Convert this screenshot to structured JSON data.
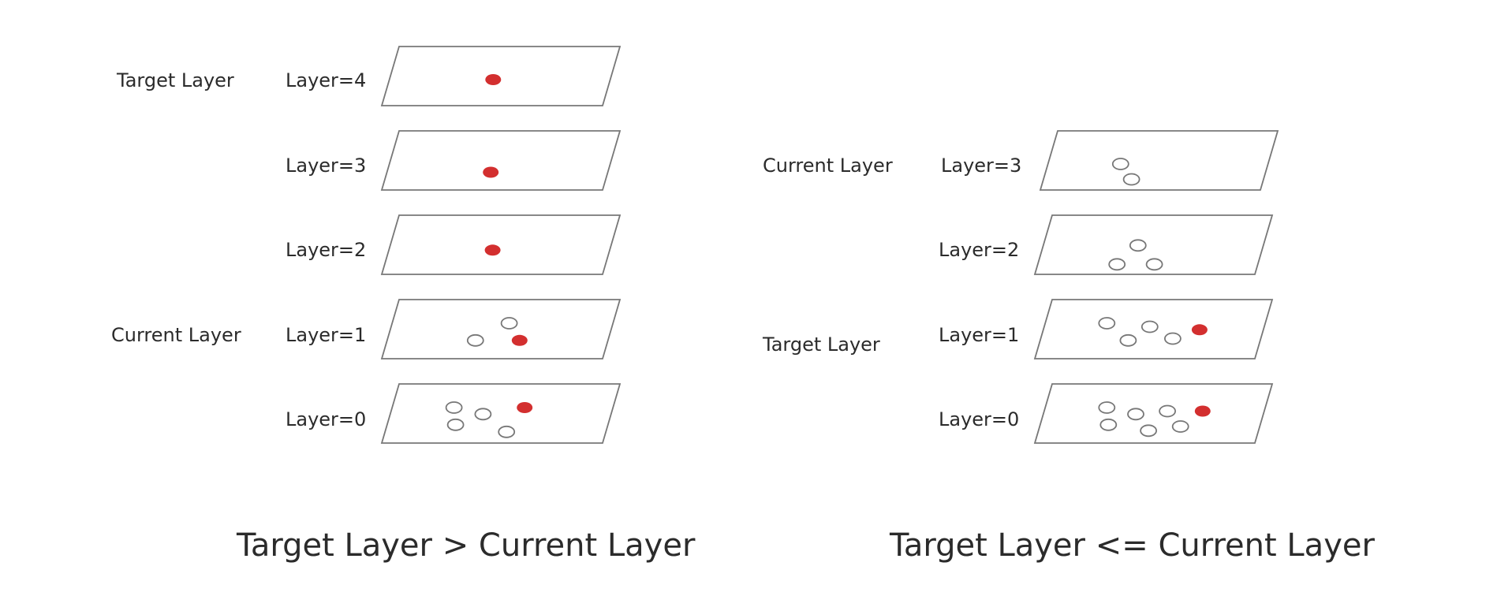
{
  "colors": {
    "highlight": "#d32f2f",
    "outline": "#777777",
    "text": "#2b2b2b"
  },
  "panels": [
    {
      "caption": "Target Layer > Current Layer",
      "roles": [
        {
          "text": "Target Layer",
          "layer": "4"
        },
        {
          "text": "Current Layer",
          "layer": "1"
        }
      ],
      "layers": [
        {
          "label": "Layer=4",
          "nodes": [
            {
              "u": 0.47,
              "v": 0.56,
              "filled": true
            }
          ]
        },
        {
          "label": "Layer=3",
          "nodes": [
            {
              "u": 0.47,
              "v": 0.7,
              "filled": true
            }
          ]
        },
        {
          "label": "Layer=2",
          "nodes": [
            {
              "u": 0.47,
              "v": 0.59,
              "filled": true
            }
          ]
        },
        {
          "label": "Layer=1",
          "nodes": [
            {
              "u": 0.53,
              "v": 0.4,
              "filled": false
            },
            {
              "u": 0.4,
              "v": 0.69,
              "filled": false
            },
            {
              "u": 0.6,
              "v": 0.69,
              "filled": true
            }
          ]
        },
        {
          "label": "Layer=0",
          "nodes": [
            {
              "u": 0.28,
              "v": 0.4,
              "filled": false
            },
            {
              "u": 0.42,
              "v": 0.51,
              "filled": false
            },
            {
              "u": 0.31,
              "v": 0.69,
              "filled": false
            },
            {
              "u": 0.6,
              "v": 0.4,
              "filled": true
            },
            {
              "u": 0.55,
              "v": 0.81,
              "filled": false
            }
          ]
        }
      ]
    },
    {
      "caption": "Target Layer <= Current Layer",
      "roles": [
        {
          "text": "Current Layer",
          "layer": "3"
        },
        {
          "text": "Target Layer",
          "layer": "1"
        }
      ],
      "layers": [
        {
          "label": "Layer=3",
          "nodes": [
            {
              "u": 0.33,
              "v": 0.56,
              "filled": false
            },
            {
              "u": 0.4,
              "v": 0.82,
              "filled": false
            }
          ]
        },
        {
          "label": "Layer=2",
          "nodes": [
            {
              "u": 0.43,
              "v": 0.51,
              "filled": false
            },
            {
              "u": 0.36,
              "v": 0.83,
              "filled": false
            },
            {
              "u": 0.53,
              "v": 0.83,
              "filled": false
            }
          ]
        },
        {
          "label": "Layer=1",
          "nodes": [
            {
              "u": 0.28,
              "v": 0.4,
              "filled": false
            },
            {
              "u": 0.4,
              "v": 0.69,
              "filled": false
            },
            {
              "u": 0.48,
              "v": 0.46,
              "filled": false
            },
            {
              "u": 0.6,
              "v": 0.66,
              "filled": false
            },
            {
              "u": 0.71,
              "v": 0.51,
              "filled": true
            }
          ]
        },
        {
          "label": "Layer=0",
          "nodes": [
            {
              "u": 0.28,
              "v": 0.4,
              "filled": false
            },
            {
              "u": 0.31,
              "v": 0.69,
              "filled": false
            },
            {
              "u": 0.42,
              "v": 0.51,
              "filled": false
            },
            {
              "u": 0.5,
              "v": 0.79,
              "filled": false
            },
            {
              "u": 0.56,
              "v": 0.46,
              "filled": false
            },
            {
              "u": 0.64,
              "v": 0.72,
              "filled": false
            },
            {
              "u": 0.72,
              "v": 0.46,
              "filled": true
            }
          ]
        }
      ]
    }
  ]
}
